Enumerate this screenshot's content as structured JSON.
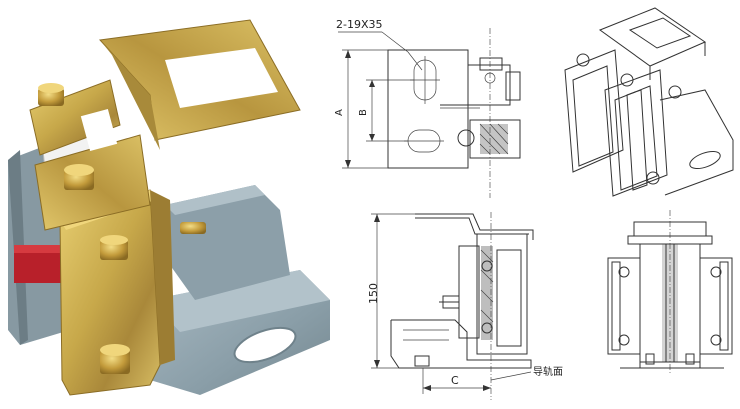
{
  "photo": {
    "subject": "guide-shoe-assembly"
  },
  "drawing": {
    "callout_slot": "2-19X35",
    "dim_a": "A",
    "dim_b": "B",
    "dim_height": "150",
    "dim_c": "C",
    "rail_face_label": "导轨面"
  },
  "colors": {
    "zinc_plate": "#c7a84a",
    "base_plate": "#8fa3ad",
    "liner_red": "#b8202a",
    "line": "#333333"
  }
}
